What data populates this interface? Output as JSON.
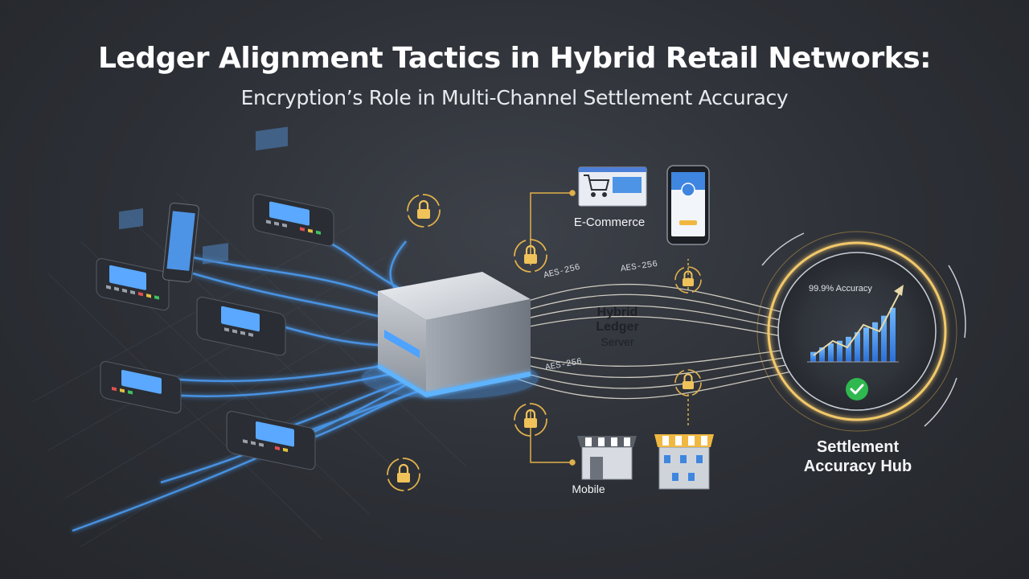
{
  "header": {
    "title": "Ledger Alignment Tactics in Hybrid Retail Networks:",
    "subtitle": "Encryption’s Role in Multi-Channel Settlement Accuracy"
  },
  "server": {
    "line1": "Hybrid",
    "line2": "Ledger",
    "line3": "Server"
  },
  "ecommerce": {
    "label": "E-Commerce"
  },
  "mobile": {
    "label": "Mobile"
  },
  "hub": {
    "label_line1": "Settlement",
    "label_line2": "Accuracy Hub",
    "accuracy_text": "99.9% Accuracy"
  },
  "encryption": {
    "tag1": "AES-256",
    "tag2": "AES-256",
    "tag3": "AES-256"
  },
  "chart_data": {
    "type": "bar",
    "values": [
      1.5,
      2.2,
      2.8,
      3.2,
      3.8,
      4.5,
      5.2,
      6.0,
      7.0,
      8.2
    ]
  },
  "colors": {
    "accent_blue": "#4da3ff",
    "gold": "#e0b04a",
    "check_green": "#2fb84f",
    "background": "#2c2f35"
  }
}
